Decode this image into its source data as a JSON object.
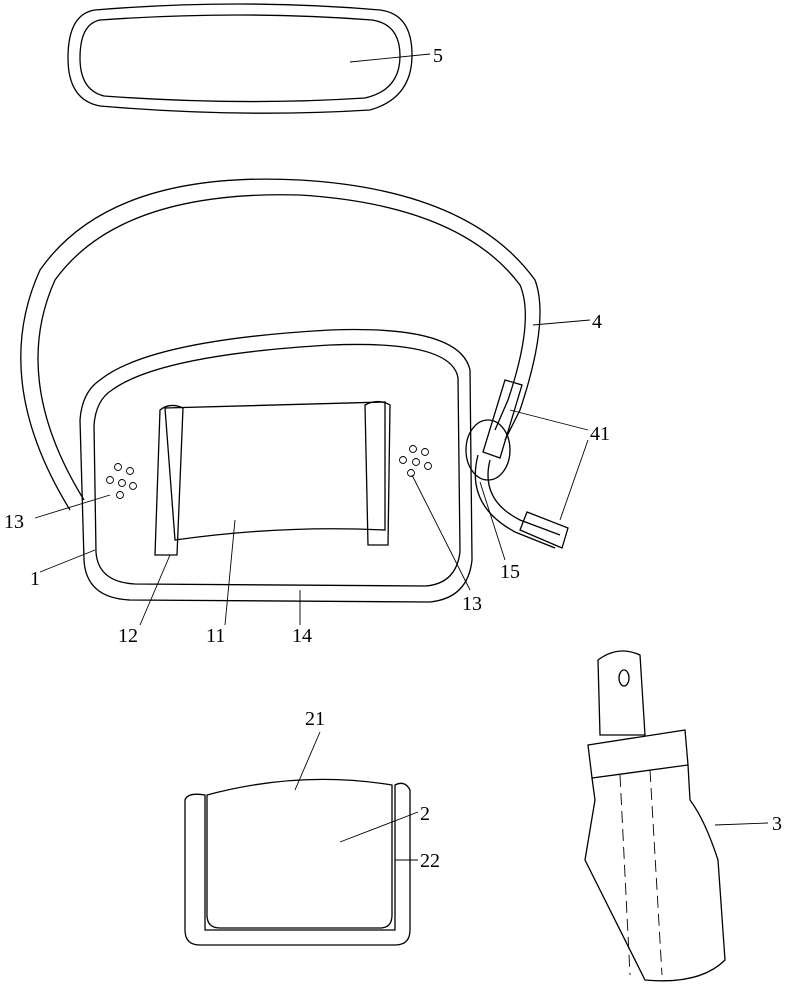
{
  "figure": {
    "labels": {
      "eye_pad": "5",
      "strap": "4",
      "strap_tabs": "41",
      "holes_left": "13",
      "holes_right": "13",
      "body": "1",
      "slot": "12",
      "window": "11",
      "edge": "14",
      "ring": "15",
      "pad_top": "21",
      "pad": "2",
      "pad_frame": "22",
      "bottle": "3"
    }
  }
}
